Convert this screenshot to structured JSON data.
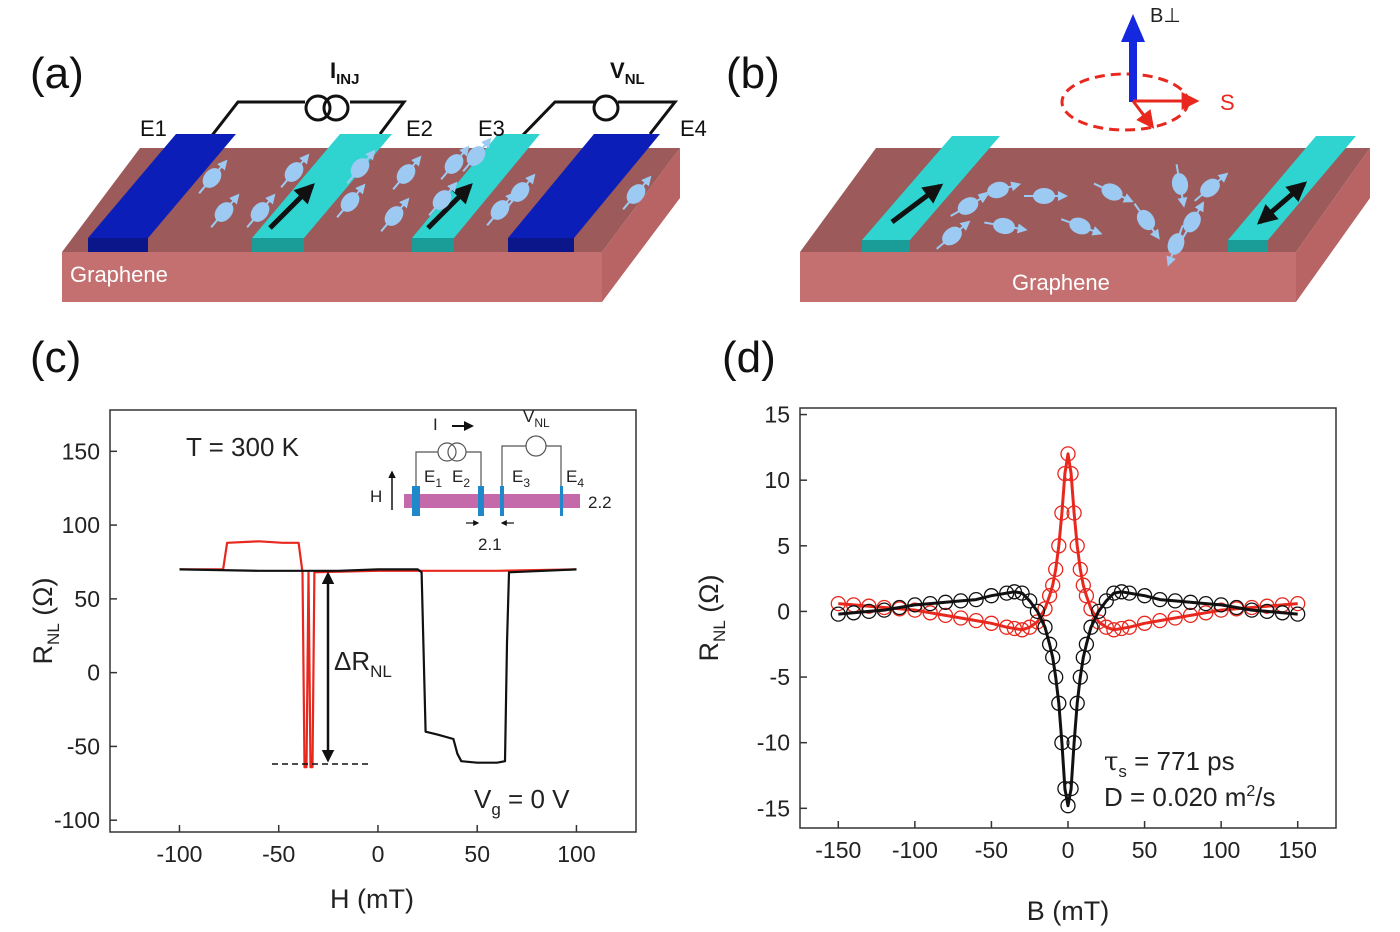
{
  "panels": {
    "a": {
      "label": "(a)",
      "i_inj": "I",
      "i_inj_sub": "INJ",
      "v_nl": "V",
      "v_nl_sub": "NL",
      "electrodes": [
        "E1",
        "E2",
        "E3",
        "E4"
      ],
      "material": "Graphene"
    },
    "b": {
      "label": "(b)",
      "field": "B⊥",
      "spin": "S",
      "material": "Graphene"
    },
    "c": {
      "label": "(c)"
    },
    "d": {
      "label": "(d)"
    }
  },
  "colors": {
    "graphene_top": "#9c5a5a",
    "graphene_side": "#c47070",
    "electrode_dark": "#0b1fb8",
    "electrode_light": "#2fd3cf",
    "spin": "#9ccaf2",
    "red_trace": "#e8281e",
    "black_trace": "#111111",
    "field_arrow": "#1428e0",
    "inset_bar": "#c46aaa",
    "inset_electrode": "#1e88c8"
  },
  "chart_data": [
    {
      "type": "line",
      "panel": "(c)",
      "xlabel": "H (mT)",
      "ylabel": "R",
      "ylabel_sub": "NL",
      "ylabel_unit": " (Ω)",
      "xlim": [
        -135,
        130
      ],
      "ylim": [
        -108,
        178
      ],
      "xticks": [
        -100,
        -50,
        0,
        50,
        100
      ],
      "xtick_labels": [
        "-100",
        "-50",
        "0",
        "50",
        "100"
      ],
      "yticks": [
        -100,
        -50,
        0,
        50,
        100,
        150
      ],
      "ytick_labels": [
        "-100",
        "-50",
        "0",
        "50",
        "100",
        "150"
      ],
      "grid": false,
      "annotations": {
        "temperature": "T = 300 K",
        "gate": "V",
        "gate_sub": "g",
        "gate_value": " = 0 V",
        "delta": "ΔR",
        "delta_sub": "NL"
      },
      "inset": {
        "current": "I",
        "voltage": "V",
        "voltage_sub": "NL",
        "field": "H",
        "electrodes": [
          [
            "E",
            "1"
          ],
          [
            "E",
            "2"
          ],
          [
            "E",
            "3"
          ],
          [
            "E",
            "4"
          ]
        ],
        "width_label_1": "2.1",
        "width_label_2": "2.2"
      },
      "series": [
        {
          "color": "#e8281e",
          "x": [
            -100,
            -80,
            -78,
            -76,
            -60,
            -48,
            -40,
            -38,
            -37,
            -36,
            -35,
            -34,
            -33,
            -32,
            0,
            20,
            40,
            60,
            100
          ],
          "y": [
            70,
            70,
            70,
            88,
            89,
            88,
            88,
            68,
            -64,
            -64,
            68,
            -64,
            -64,
            68,
            69,
            69,
            69,
            69,
            70
          ]
        },
        {
          "color": "#111111",
          "x": [
            -100,
            -60,
            -20,
            0,
            20,
            22,
            24,
            30,
            38,
            40,
            42,
            50,
            60,
            64,
            65,
            66,
            100
          ],
          "y": [
            70,
            69,
            69,
            70,
            70,
            68,
            -40,
            -42,
            -45,
            -55,
            -60,
            -61,
            -61,
            -60,
            20,
            68,
            70
          ]
        }
      ]
    },
    {
      "type": "scatter",
      "panel": "(d)",
      "xlabel": "B (mT)",
      "ylabel": "R",
      "ylabel_sub": "NL",
      "ylabel_unit": " (Ω)",
      "xlim": [
        -175,
        175
      ],
      "ylim": [
        -16.5,
        15.5
      ],
      "xticks": [
        -150,
        -100,
        -50,
        0,
        50,
        100,
        150
      ],
      "xtick_labels": [
        "-150",
        "-100",
        "-50",
        "0",
        "50",
        "100",
        "150"
      ],
      "yticks": [
        -15,
        -10,
        -5,
        0,
        5,
        10,
        15
      ],
      "ytick_labels": [
        "-15",
        "-10",
        "-5",
        "0",
        "5",
        "10",
        "15"
      ],
      "grid": false,
      "annotations": {
        "tau": "τ",
        "tau_sub": "s",
        "tau_value": " = 771 ps",
        "diffusion": "D = 0.020 m",
        "diffusion_sup": "2",
        "diffusion_unit": "/s"
      },
      "series": [
        {
          "color": "#e8281e",
          "marker": "open-circle",
          "x": [
            -150,
            -140,
            -130,
            -120,
            -110,
            -100,
            -90,
            -80,
            -70,
            -60,
            -50,
            -40,
            -35,
            -30,
            -25,
            -20,
            -15,
            -12,
            -10,
            -8,
            -6,
            -4,
            -2,
            0,
            2,
            4,
            6,
            8,
            10,
            12,
            15,
            20,
            25,
            30,
            35,
            40,
            50,
            60,
            70,
            80,
            90,
            100,
            110,
            120,
            130,
            140,
            150
          ],
          "y": [
            0.6,
            0.5,
            0.4,
            0.3,
            0.2,
            0.1,
            -0.1,
            -0.3,
            -0.5,
            -0.7,
            -0.9,
            -1.2,
            -1.3,
            -1.4,
            -1.2,
            -0.8,
            0.2,
            1.2,
            2.0,
            3.2,
            5.0,
            7.5,
            10.5,
            12.0,
            10.5,
            7.5,
            5.0,
            3.2,
            2.0,
            1.2,
            0.2,
            -0.8,
            -1.2,
            -1.4,
            -1.3,
            -1.2,
            -0.9,
            -0.7,
            -0.5,
            -0.3,
            -0.1,
            0.1,
            0.2,
            0.3,
            0.4,
            0.5,
            0.6
          ]
        },
        {
          "color": "#111111",
          "marker": "open-circle",
          "x": [
            -150,
            -140,
            -130,
            -120,
            -110,
            -100,
            -90,
            -80,
            -70,
            -60,
            -50,
            -40,
            -35,
            -30,
            -25,
            -20,
            -15,
            -12,
            -10,
            -8,
            -6,
            -4,
            -2,
            0,
            2,
            4,
            6,
            8,
            10,
            12,
            15,
            20,
            25,
            30,
            35,
            40,
            50,
            60,
            70,
            80,
            90,
            100,
            110,
            120,
            130,
            140,
            150
          ],
          "y": [
            -0.2,
            -0.1,
            0.0,
            0.1,
            0.3,
            0.5,
            0.6,
            0.7,
            0.8,
            0.9,
            1.2,
            1.4,
            1.5,
            1.4,
            0.8,
            0.0,
            -1.2,
            -2.5,
            -3.5,
            -5.0,
            -7.0,
            -10.0,
            -13.5,
            -14.8,
            -13.5,
            -10.0,
            -7.0,
            -5.0,
            -3.5,
            -2.5,
            -1.2,
            0.0,
            0.8,
            1.4,
            1.5,
            1.4,
            1.2,
            0.9,
            0.8,
            0.7,
            0.6,
            0.5,
            0.3,
            0.1,
            0.0,
            -0.1,
            -0.2
          ]
        }
      ]
    }
  ]
}
